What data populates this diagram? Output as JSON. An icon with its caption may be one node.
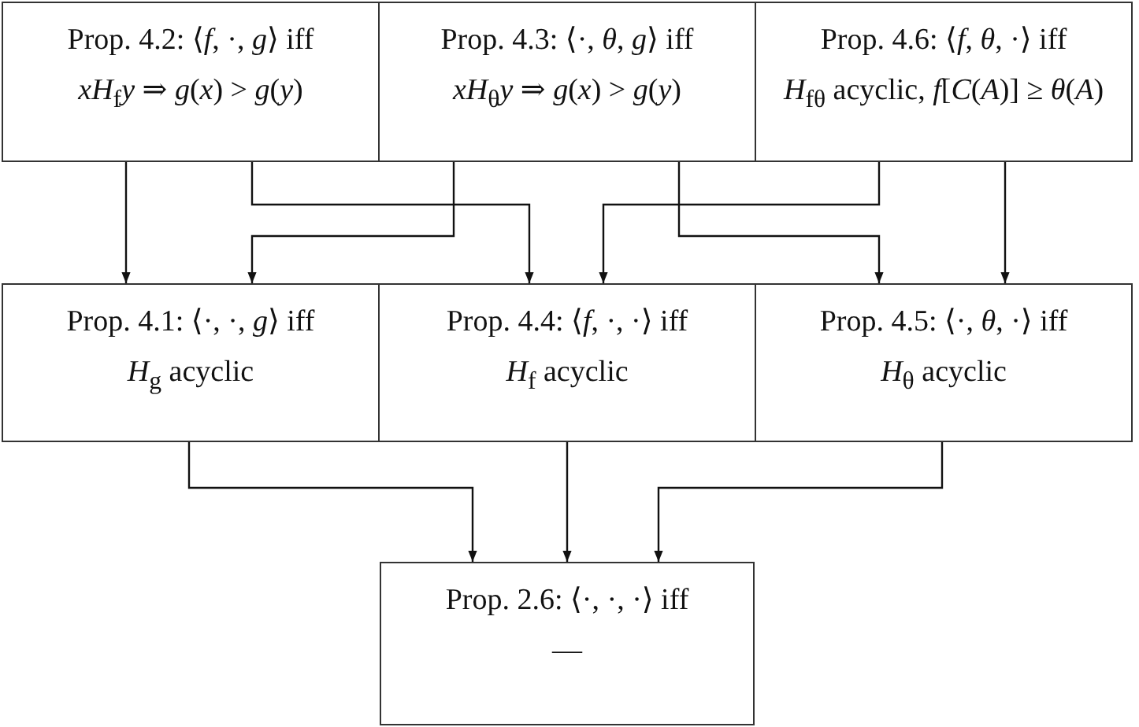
{
  "diagram": {
    "nodes": [
      {
        "text": [
          "Prop. 4.2: ⟨*f*, ·, *g*⟩ iff",
          "*xH*$_{f}$*y* ⇒ *g*(*x*) > *g*(*y*)"
        ]
      },
      {
        "text": [
          "Prop. 4.3: ⟨·, *θ*, *g*⟩ iff",
          "*xH*$_{θ}$*y* ⇒ *g*(*x*) > *g*(*y*)"
        ]
      },
      {
        "text": [
          "Prop. 4.6: ⟨*f*, *θ*, ·⟩ iff",
          "*H*$_{fθ}$ acyclic, *f*[*C*(*A*)] ≥ *θ*(*A*)"
        ]
      },
      {
        "text": [
          "Prop. 4.1: ⟨·, ·, *g*⟩ iff",
          "*H*$_{g}$ acyclic"
        ]
      },
      {
        "text": [
          "Prop. 4.4: ⟨*f*, ·, ·⟩ iff",
          "*H*$_{f}$ acyclic"
        ]
      },
      {
        "text": [
          "Prop. 4.5: ⟨·, *θ*, ·⟩ iff",
          "*H*$_{θ}$ acyclic"
        ]
      },
      {
        "text": [
          "Prop. 2.6: ⟨·, ·, ·⟩ iff",
          "—"
        ]
      }
    ],
    "edges": [
      {
        "from": 0,
        "to": 3,
        "arrow": "to"
      },
      {
        "from": 0,
        "to": 4,
        "arrow": "to"
      },
      {
        "from": 1,
        "to": 3,
        "arrow": "to"
      },
      {
        "from": 2,
        "to": 4,
        "arrow": "to"
      },
      {
        "from": 1,
        "to": 5,
        "arrow": "to"
      },
      {
        "from": 2,
        "to": 5,
        "arrow": "to"
      },
      {
        "from": 3,
        "to": 6,
        "arrow": "to"
      },
      {
        "from": 4,
        "to": 6,
        "arrow": "to"
      },
      {
        "from": 5,
        "to": 6,
        "arrow": "to"
      }
    ]
  }
}
